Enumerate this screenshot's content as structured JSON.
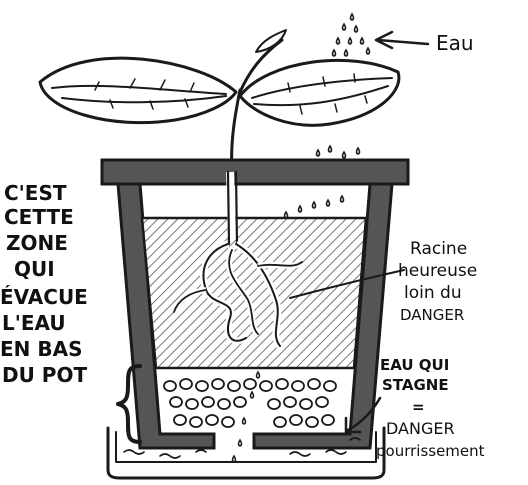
{
  "labels": {
    "water": "Eau",
    "left_zone_lines": [
      "C'EST",
      "CETTE",
      "ZONE",
      "QUI",
      "ÉVACUE",
      "L'EAU",
      "EN BAS",
      "DU POT"
    ],
    "root_lines": [
      "Racine",
      "heureuse",
      "loin du",
      "DANGER"
    ],
    "stagnant_lines": [
      "EAU QUI",
      "STAGNE",
      "=",
      "DANGER",
      "pourrissement"
    ]
  },
  "colors": {
    "ink": "#1a1a1a",
    "pot_wall": "#555555",
    "soil_hatch": "#777777",
    "background": "#ffffff"
  },
  "icons": [
    "seedling-icon",
    "water-drops-icon",
    "root-icon",
    "gravel-icon",
    "saucer-icon",
    "brace-icon",
    "arrow-icon"
  ]
}
